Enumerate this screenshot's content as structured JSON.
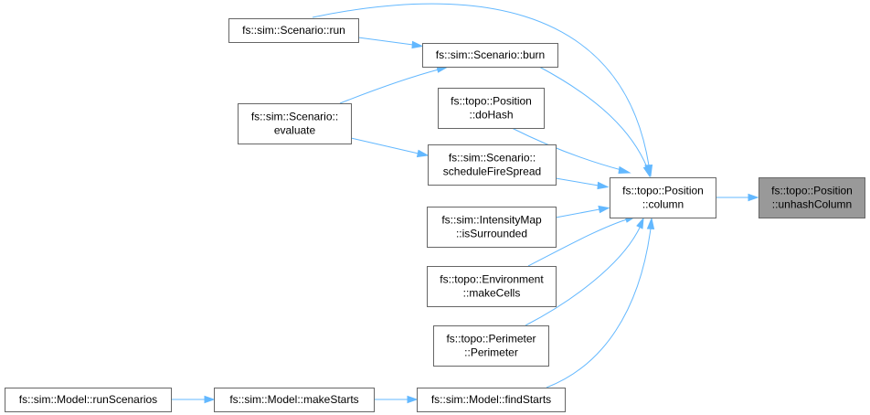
{
  "graph": {
    "nodes": [
      {
        "id": "run",
        "lines": [
          "fs::sim::Scenario::run"
        ]
      },
      {
        "id": "burn",
        "lines": [
          "fs::sim::Scenario::burn"
        ]
      },
      {
        "id": "evaluate",
        "lines": [
          "fs::sim::Scenario::",
          "evaluate"
        ]
      },
      {
        "id": "doHash",
        "lines": [
          "fs::topo::Position",
          "::doHash"
        ]
      },
      {
        "id": "scheduleFireSpread",
        "lines": [
          "fs::sim::Scenario::",
          "scheduleFireSpread"
        ]
      },
      {
        "id": "column",
        "lines": [
          "fs::topo::Position",
          "::column"
        ]
      },
      {
        "id": "unhashColumn",
        "lines": [
          "fs::topo::Position",
          "::unhashColumn"
        ],
        "highlight": true
      },
      {
        "id": "isSurrounded",
        "lines": [
          "fs::sim::IntensityMap",
          "::isSurrounded"
        ]
      },
      {
        "id": "makeCells",
        "lines": [
          "fs::topo::Environment",
          "::makeCells"
        ]
      },
      {
        "id": "perimeter",
        "lines": [
          "fs::topo::Perimeter",
          "::Perimeter"
        ]
      },
      {
        "id": "runScenarios",
        "lines": [
          "fs::sim::Model::runScenarios"
        ]
      },
      {
        "id": "makeStarts",
        "lines": [
          "fs::sim::Model::makeStarts"
        ]
      },
      {
        "id": "findStarts",
        "lines": [
          "fs::sim::Model::findStarts"
        ]
      }
    ],
    "edges": [
      {
        "from": "column",
        "to": "unhashColumn"
      },
      {
        "from": "run",
        "to": "column"
      },
      {
        "from": "burn",
        "to": "column"
      },
      {
        "from": "doHash",
        "to": "column"
      },
      {
        "from": "scheduleFireSpread",
        "to": "column"
      },
      {
        "from": "isSurrounded",
        "to": "column"
      },
      {
        "from": "makeCells",
        "to": "column"
      },
      {
        "from": "perimeter",
        "to": "column"
      },
      {
        "from": "findStarts",
        "to": "column"
      },
      {
        "from": "run",
        "to": "burn"
      },
      {
        "from": "evaluate",
        "to": "burn"
      },
      {
        "from": "evaluate",
        "to": "scheduleFireSpread"
      },
      {
        "from": "runScenarios",
        "to": "makeStarts"
      },
      {
        "from": "makeStarts",
        "to": "findStarts"
      }
    ],
    "colors": {
      "edge": "#63b8ff",
      "node_border": "#666666",
      "highlight_fill": "#999999"
    }
  }
}
